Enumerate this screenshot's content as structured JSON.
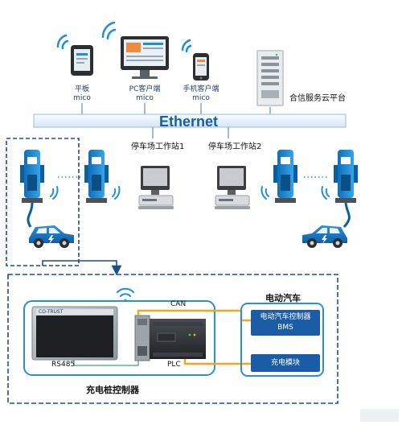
{
  "devices": {
    "tablet": {
      "label": "平板",
      "sub": "mico"
    },
    "pc": {
      "label": "PC客户端",
      "sub": "mico"
    },
    "phone": {
      "label": "手机客户端",
      "sub": "mico"
    },
    "server": {
      "label": "合信服务云平台"
    }
  },
  "network": {
    "bus_label": "Ethernet"
  },
  "stations": [
    {
      "label": "停车场工作站1"
    },
    {
      "label": "停车场工作站2"
    }
  ],
  "controller": {
    "title": "充电桩控制器",
    "hmi_brand": "CO-TRUST",
    "rs485": "RS485",
    "can": "CAN",
    "plc": "PLC"
  },
  "ev": {
    "title": "电动汽车",
    "bms_line1": "电动汽车控制器",
    "bms_line2": "BMS",
    "charge_module": "充电模块"
  },
  "colors": {
    "accent": "#1a5da6",
    "frame": "#1d4f8c",
    "orange": "#f5a623",
    "charger": "#1f8fd6"
  },
  "icons": [
    "wifi-icon",
    "tablet-icon",
    "monitor-icon",
    "phone-icon",
    "server-icon",
    "charger-icon",
    "car-icon",
    "plug-icon",
    "plc-icon",
    "hmi-icon"
  ]
}
